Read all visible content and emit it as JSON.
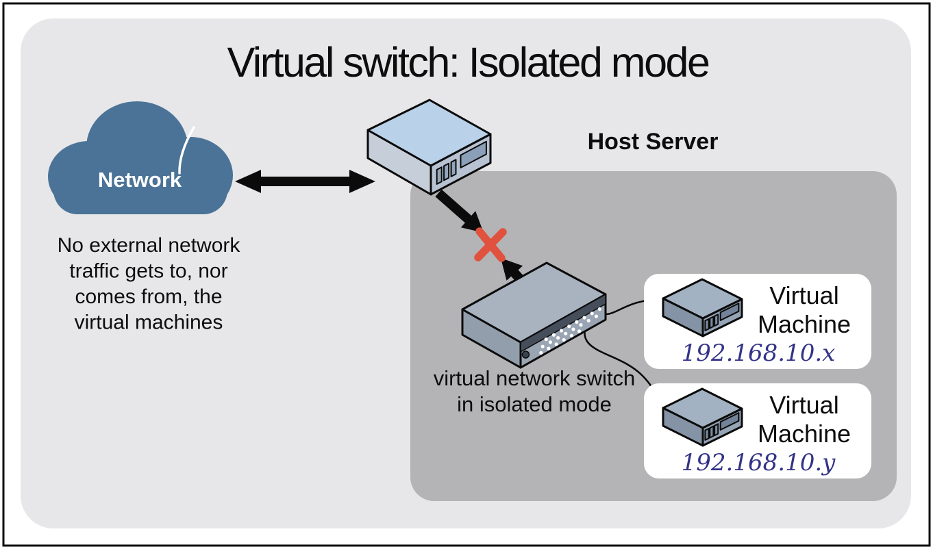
{
  "title": "Virtual switch: Isolated mode",
  "network_cloud": {
    "label": "Network"
  },
  "note": {
    "lines": [
      "No external network",
      "traffic gets to, nor",
      "comes from, the",
      "virtual machines"
    ]
  },
  "host_server": {
    "label": "Host Server"
  },
  "virtual_switch": {
    "label_lines": [
      "virtual network switch",
      "in isolated mode"
    ]
  },
  "virtual_machines": [
    {
      "name_lines": [
        "Virtual",
        "Machine"
      ],
      "ip": "192.168.10.x"
    },
    {
      "name_lines": [
        "Virtual",
        "Machine"
      ],
      "ip": "192.168.10.y"
    }
  ],
  "colors": {
    "cloud": "#4a7397",
    "x_mark": "#e0523e",
    "ip_text": "#333388",
    "panel_bg": "#e7e7e9",
    "host_box_bg": "#b4b4b6",
    "vm_card_bg": "#ffffff",
    "device_top_blue": "#b9d2ea",
    "switch_top": "#a9b3c0",
    "switch_port_strip": "#454e5a",
    "arrow_black": "#0b0b0b"
  }
}
